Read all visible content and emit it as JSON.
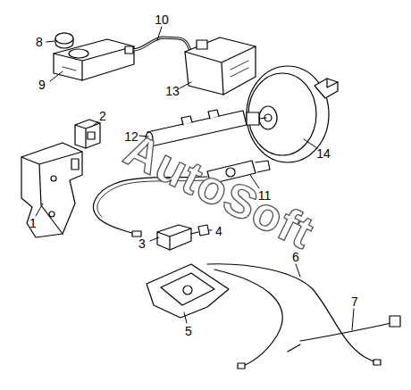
{
  "diagram": {
    "labels": [
      "10",
      "8",
      "9",
      "13",
      "2",
      "12",
      "14",
      "AutoSoft",
      "11",
      "1",
      "4",
      "3",
      "6",
      "5",
      "7"
    ]
  }
}
